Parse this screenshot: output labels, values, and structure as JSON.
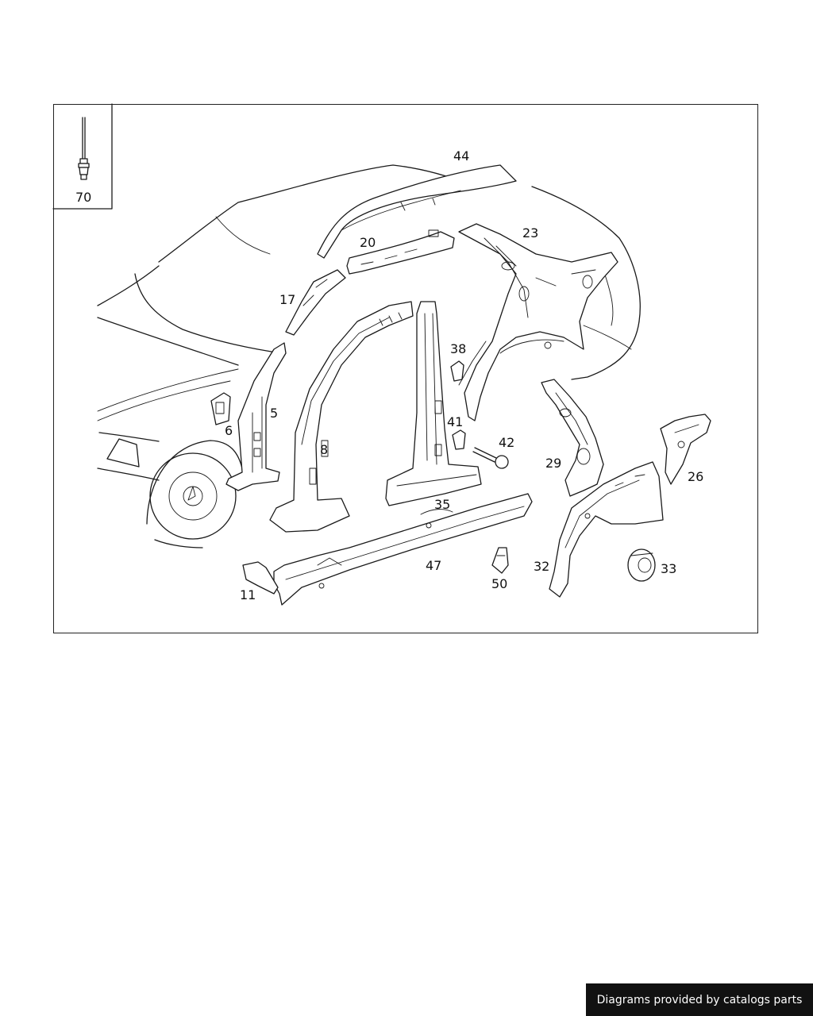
{
  "diagram": {
    "inset_label": "70",
    "callouts": {
      "c44": "44",
      "c20": "20",
      "c23": "23",
      "c17": "17",
      "c38": "38",
      "c5": "5",
      "c6": "6",
      "c8": "8",
      "c41": "41",
      "c42": "42",
      "c29": "29",
      "c26": "26",
      "c35": "35",
      "c47": "47",
      "c32": "32",
      "c33": "33",
      "c11": "11",
      "c50": "50"
    }
  },
  "footer": {
    "text": "Diagrams provided by catalogs parts"
  },
  "colors": {
    "line": "#1a1a1a",
    "background": "#ffffff",
    "banner": "#111111",
    "banner_text": "#ffffff"
  }
}
